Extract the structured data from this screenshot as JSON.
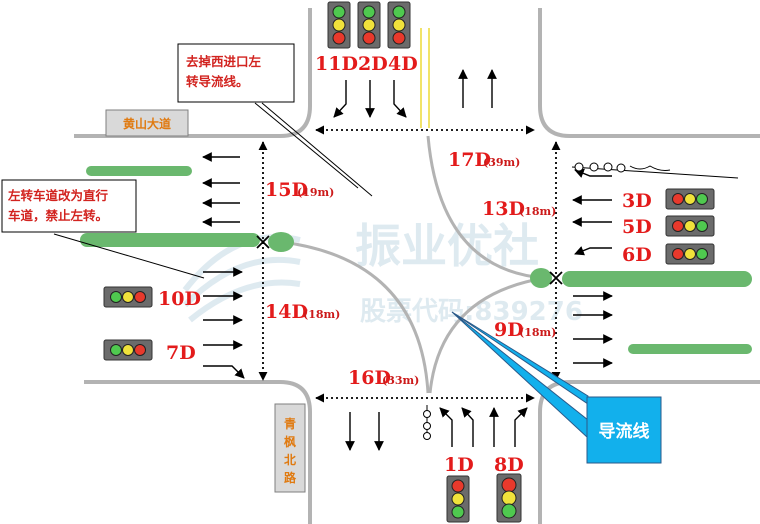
{
  "roads": {
    "huangshan": "黄山大道",
    "qingfeng": [
      "青",
      "枫",
      "北",
      "路"
    ]
  },
  "notes": {
    "west_cancel": [
      "去掉西进口左",
      "转导流线。"
    ],
    "left_turn_lane": [
      "左转车道改为直行",
      "车道，禁止左转。"
    ]
  },
  "callout": "导流线",
  "phases": {
    "p11": "11D",
    "p2": "2D",
    "p4": "4D",
    "p3": "3D",
    "p5": "5D",
    "p6": "6D",
    "p10": "10D",
    "p7": "7D",
    "p1": "1D",
    "p8": "8D"
  },
  "crosswalks": {
    "c15": "15D",
    "c15_len": "(19m)",
    "c14": "14D",
    "c14_len": "(18m)",
    "c17": "17D",
    "c17_len": "(39m)",
    "c13": "13D",
    "c13_len": "(18m)",
    "c9": "9D",
    "c9_len": "(18m)",
    "c16": "16D",
    "c16_len": "(33m)"
  },
  "watermark": {
    "name": "振业优社",
    "code": "股票代码:839276"
  },
  "colors": {
    "road": "#b3b3b3",
    "green_strip": "#6ab86e",
    "label_red": "#e31b1b",
    "callout_fill": "#12b0ec"
  }
}
